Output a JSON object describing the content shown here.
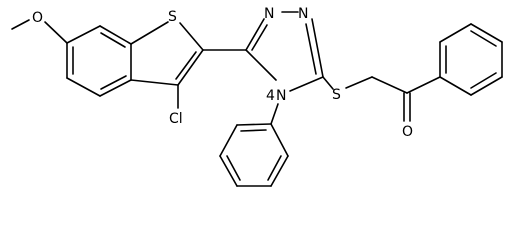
{
  "atoms": {
    "methoxy_o": "O",
    "thiophene_s": "S",
    "chloro": "Cl",
    "triazole_n1": "N",
    "triazole_n2": "N",
    "triazole_n4": "N",
    "thioether_s": "S",
    "carbonyl_o": "O",
    "n4_locant": "4"
  },
  "colors": {
    "bond": "#000000",
    "text": "#000000",
    "background": "#ffffff"
  }
}
